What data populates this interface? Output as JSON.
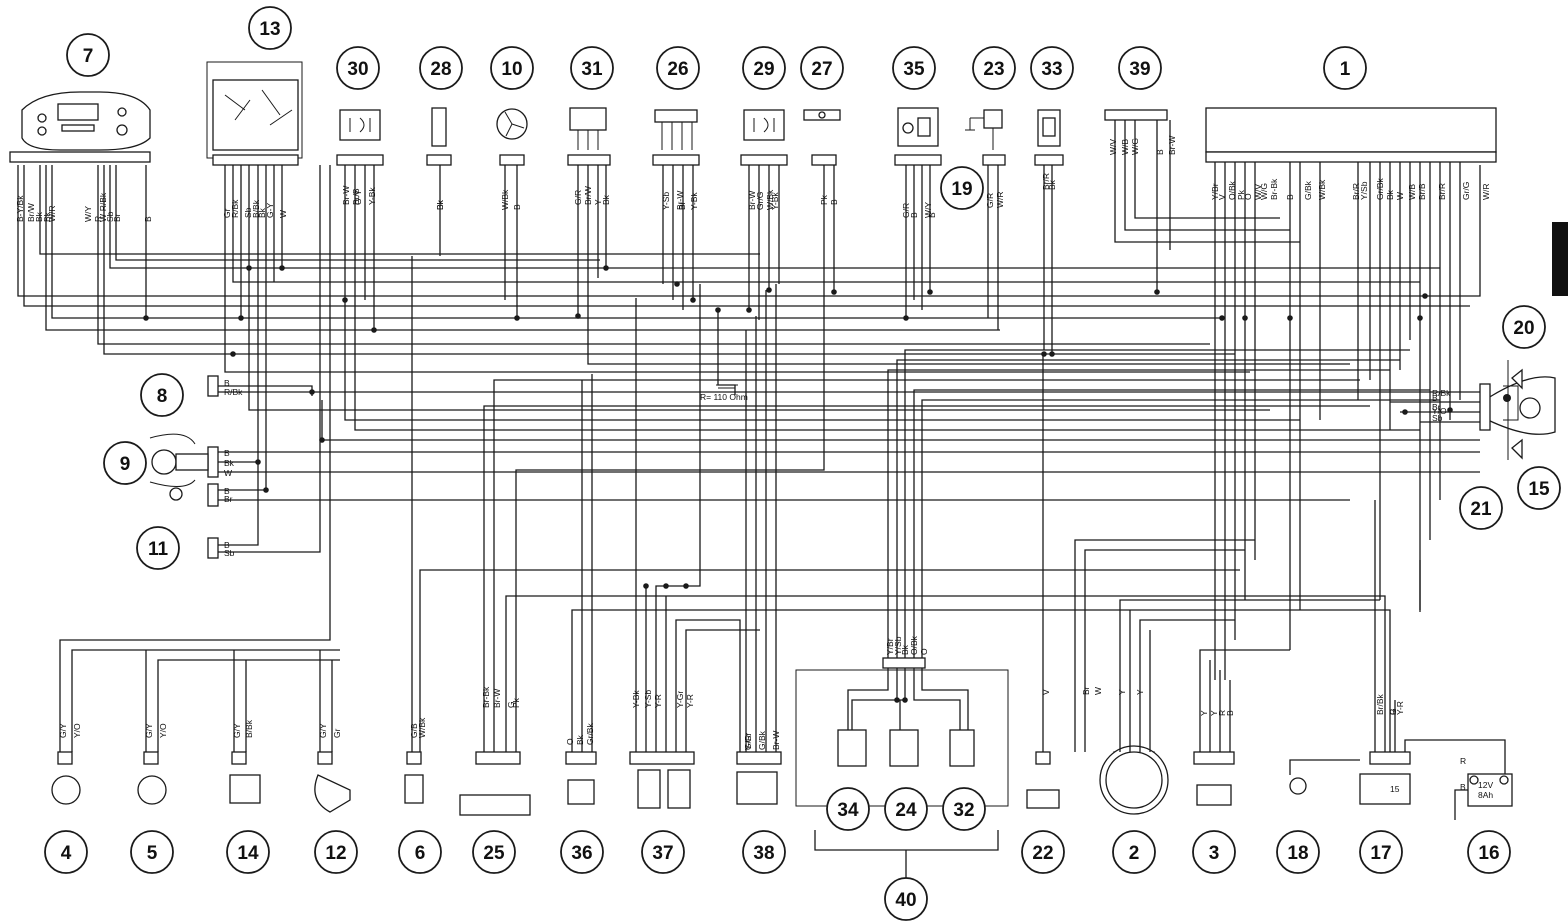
{
  "components": [
    {
      "id": "c1",
      "num": "1"
    },
    {
      "id": "c2",
      "num": "2"
    },
    {
      "id": "c3",
      "num": "3"
    },
    {
      "id": "c4",
      "num": "4"
    },
    {
      "id": "c5",
      "num": "5"
    },
    {
      "id": "c6",
      "num": "6"
    },
    {
      "id": "c7",
      "num": "7"
    },
    {
      "id": "c8",
      "num": "8"
    },
    {
      "id": "c9",
      "num": "9"
    },
    {
      "id": "c10",
      "num": "10"
    },
    {
      "id": "c11",
      "num": "11"
    },
    {
      "id": "c12",
      "num": "12"
    },
    {
      "id": "c13",
      "num": "13"
    },
    {
      "id": "c14",
      "num": "14"
    },
    {
      "id": "c15",
      "num": "15"
    },
    {
      "id": "c16",
      "num": "16"
    },
    {
      "id": "c17",
      "num": "17"
    },
    {
      "id": "c18",
      "num": "18"
    },
    {
      "id": "c19",
      "num": "19"
    },
    {
      "id": "c20",
      "num": "20"
    },
    {
      "id": "c21",
      "num": "21"
    },
    {
      "id": "c22",
      "num": "22"
    },
    {
      "id": "c23",
      "num": "23"
    },
    {
      "id": "c24",
      "num": "24"
    },
    {
      "id": "c25",
      "num": "25"
    },
    {
      "id": "c26",
      "num": "26"
    },
    {
      "id": "c27",
      "num": "27"
    },
    {
      "id": "c28",
      "num": "28"
    },
    {
      "id": "c29",
      "num": "29"
    },
    {
      "id": "c30",
      "num": "30"
    },
    {
      "id": "c31",
      "num": "31"
    },
    {
      "id": "c32",
      "num": "32"
    },
    {
      "id": "c33",
      "num": "33"
    },
    {
      "id": "c34",
      "num": "34"
    },
    {
      "id": "c35",
      "num": "35"
    },
    {
      "id": "c36",
      "num": "36"
    },
    {
      "id": "c37",
      "num": "37"
    },
    {
      "id": "c38",
      "num": "38"
    },
    {
      "id": "c39",
      "num": "39"
    },
    {
      "id": "c40",
      "num": "40"
    }
  ],
  "resistor_label": "R= 110 Ohm",
  "battery_label": "12V",
  "battery_sub": "8Ah",
  "fuse_label": "15",
  "wire_labels": {
    "top_7": [
      "B-Y/Bk",
      "Br/W",
      "Bk",
      "Bk",
      "W/R",
      "W/Y",
      "R",
      "W-R/Bk",
      "Sb",
      "Br",
      "B"
    ],
    "top_13": [
      "Gr",
      "R/Bk",
      "Sb",
      "B/Bk",
      "Bk",
      "G-Y",
      "W"
    ],
    "top_30": [
      "Br-W",
      "G-Y",
      "Br/B",
      "Y-Bk"
    ],
    "top_28": [
      "Bk",
      "Bk"
    ],
    "top_10": [
      "W/Bk",
      "B"
    ],
    "top_31": [
      "G/R",
      "Br/W",
      "Y",
      "Bk"
    ],
    "top_26": [
      "Y-Sb",
      "Br-W",
      "Br",
      "Y-Bk"
    ],
    "top_29": [
      "Br-W",
      "Gr/G",
      "W/Bk",
      "Y-Bk"
    ],
    "top_27": [
      "Pk",
      "B"
    ],
    "top_35": [
      "G/R",
      "B",
      "W/Y",
      "B"
    ],
    "top_23": [
      "G/R",
      "W/R"
    ],
    "top_33": [
      "Bk",
      "Br/R"
    ],
    "top_39": [
      "W/V",
      "W/B",
      "W/G",
      "B",
      "Br-W"
    ],
    "top_1": [
      "Y/Br",
      "V",
      "O/Bk",
      "Pk",
      "O",
      "W/V",
      "W/G",
      "Br-Bk",
      "B",
      "G/Bk",
      "W/Bk",
      "Br/R",
      "Y/Sb",
      "Gr/Bk",
      "Bk",
      "W",
      "W/B",
      "Br/B",
      "Br/R",
      "Gr/G",
      "W/R"
    ],
    "left_8": [
      "B",
      "R/Bk"
    ],
    "left_9": [
      "B",
      "Bk",
      "W"
    ],
    "left_11a": [
      "B",
      "Br"
    ],
    "left_11b": [
      "B",
      "Sb"
    ],
    "right_21": [
      "R/Bk",
      "B",
      "Br",
      "Y/O",
      "Sb"
    ],
    "bottom_4": [
      "G/Y",
      "Y/O"
    ],
    "bottom_5": [
      "G/Y",
      "Y/O"
    ],
    "bottom_14": [
      "G/Y",
      "B/Bk"
    ],
    "bottom_12": [
      "G/Y",
      "Gr"
    ],
    "bottom_6": [
      "G/B",
      "W/Bk"
    ],
    "bottom_25": [
      "Br-Bk",
      "Br-W",
      "G",
      "Pk"
    ],
    "bottom_36": [
      "O",
      "Bk",
      "Gr/Bk"
    ],
    "bottom_37": [
      "Y-Bk",
      "Y-Sb",
      "Y-R",
      "Y-Gr",
      "Y-R"
    ],
    "bottom_38": [
      "Y-Gr",
      "G/R",
      "G/Bk",
      "Br-W"
    ],
    "bottom_40": [
      "Y/Br",
      "Y/Sb",
      "Bk",
      "O/Bk",
      "O"
    ],
    "bottom_22": [
      "V"
    ],
    "bottom_2": [
      "Br",
      "W",
      "Y",
      "Y"
    ],
    "bottom_3": [
      "Y",
      "Y",
      "R",
      "B"
    ],
    "bottom_17": [
      "Br/Bk",
      "G",
      "R",
      "Y-R"
    ],
    "bottom_16": [
      "B",
      "R"
    ]
  }
}
